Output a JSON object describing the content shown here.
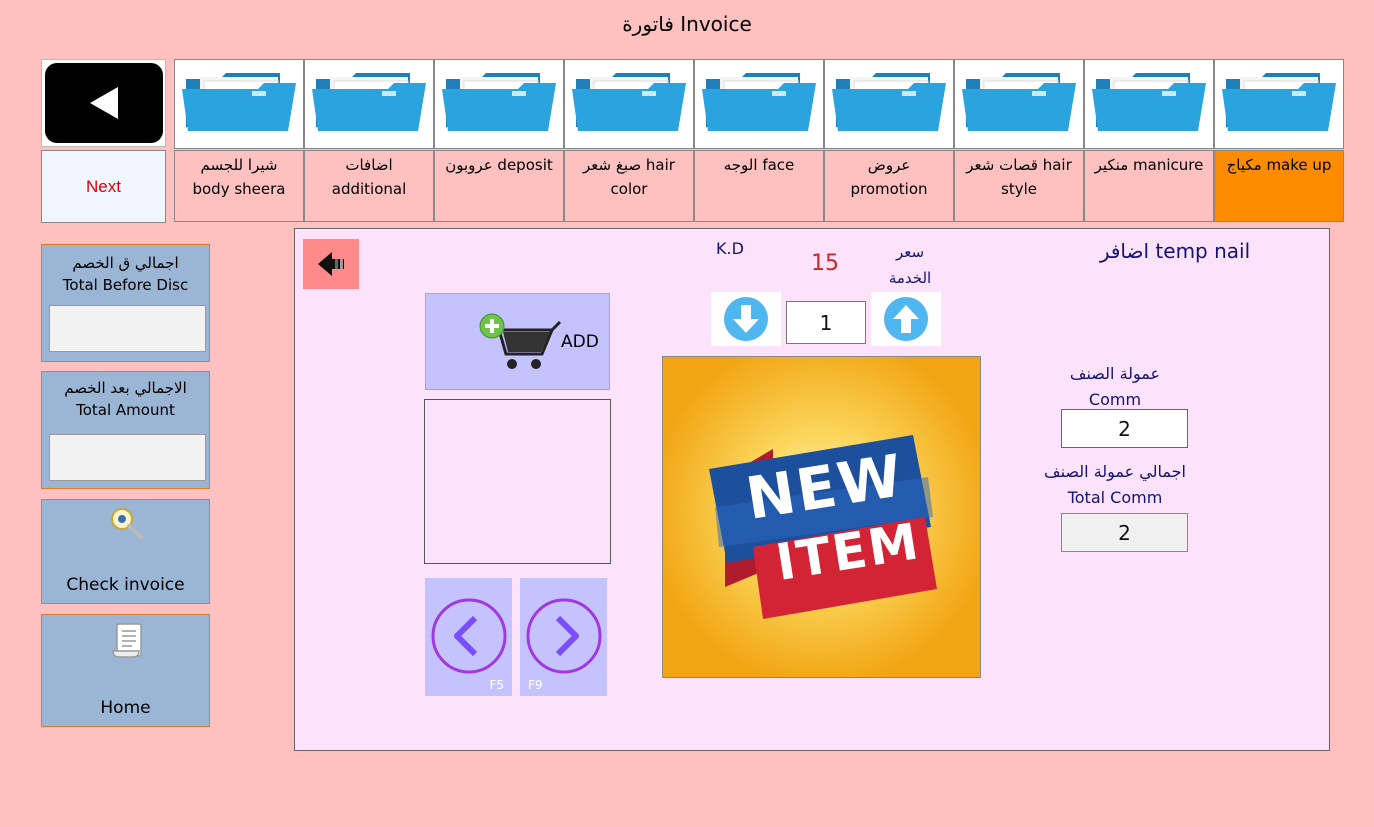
{
  "window": {
    "title": "فاتورة Invoice"
  },
  "nav": {
    "next_label": "Next"
  },
  "categories": [
    {
      "line1": "مكياج make up",
      "line2": "",
      "active": true
    },
    {
      "line1": "منكير manicure",
      "line2": "",
      "active": false
    },
    {
      "line1": "قصات شعر hair",
      "line2": "style",
      "active": false
    },
    {
      "line1": "عروض",
      "line2": "promotion",
      "active": false
    },
    {
      "line1": "الوجه face",
      "line2": "",
      "active": false
    },
    {
      "line1": "صبغ شعر hair",
      "line2": "color",
      "active": false
    },
    {
      "line1": "عروبون deposit",
      "line2": "",
      "active": false
    },
    {
      "line1": "اضافات",
      "line2": "additional",
      "active": false
    },
    {
      "line1": "شيرا للجسم",
      "line2": "body sheera",
      "active": false
    }
  ],
  "sidebar": {
    "before_disc_ar": "اجمالي ق الخصم",
    "before_disc_en": "Total Before Disc",
    "before_disc_value": "",
    "total_amount_ar": "الاجمالي بعد الخصم",
    "total_amount_en": "Total Amount",
    "total_amount_value": "",
    "check_invoice_label": "Check invoice",
    "home_label": "Home"
  },
  "item": {
    "name": "اضافر temp nail",
    "price_label_line1": "سعر",
    "price_label_line2": "الخدمة",
    "currency": "K.D",
    "price": "15",
    "quantity": "1",
    "add_label": "ADD",
    "image_text_line1": "NEW",
    "image_text_line2": "ITEM",
    "comm_label_ar": "عمولة الصنف",
    "comm_label_en": "Comm",
    "comm_value": "2",
    "total_comm_label_ar": "اجمالي عمولة الصنف",
    "total_comm_label_en": "Total Comm",
    "total_comm_value": "2",
    "prev_key": "F5",
    "next_key": "F9"
  },
  "colors": {
    "background": "#ffc0c0",
    "active_category": "#ff8c00",
    "panel": "#fde2fb",
    "side_panel": "#9bb5d4",
    "accent_red": "#e00000",
    "navy_text": "#12127a"
  }
}
